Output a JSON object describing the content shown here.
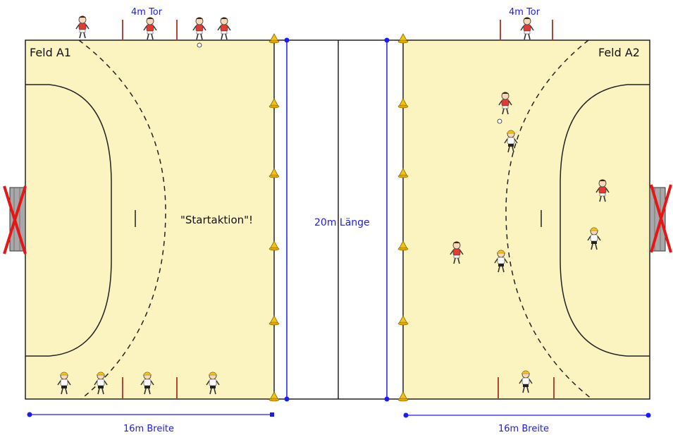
{
  "colors": {
    "field": "#fbf4c0",
    "line": "#222222",
    "blue": "#1a1aff",
    "red_team": "#e03b35",
    "yellow_team": "#f5c518",
    "cone": "#f3c21a",
    "cross": "#e81515",
    "goal": "#9a9a9a"
  },
  "icons": {
    "player": "player-icon",
    "cone": "cone-icon",
    "goal": "goal-icon",
    "cross": "cross-icon",
    "ball": "ball-icon"
  },
  "labels": {
    "field_a1": "Feld A1",
    "field_a2": "Feld A2",
    "goal_left": "4m Tor",
    "goal_right": "4m Tor",
    "start_action": "\"Startaktion\"!",
    "length": "20m Länge",
    "width_left": "16m Breite",
    "width_right": "16m Breite"
  }
}
